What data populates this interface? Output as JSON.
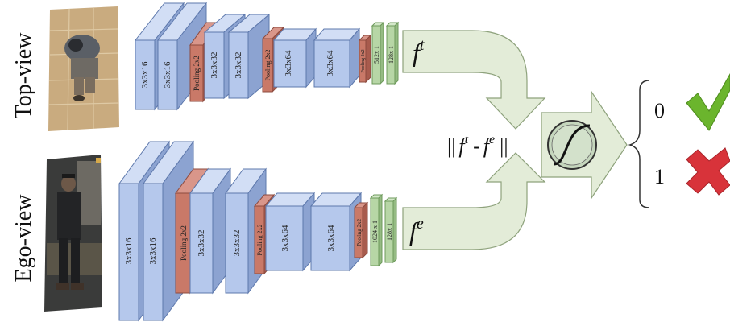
{
  "views": {
    "top": {
      "label": "Top-view"
    },
    "ego": {
      "label": "Ego-view"
    }
  },
  "top_branch": {
    "layers": [
      "3x3x16",
      "3x3x16",
      "Pooling 2x2",
      "3x3x32",
      "3x3x32",
      "Pooling 2x2",
      "3x3x64",
      "3x3x64",
      "Pooling 2x2",
      "512x 1",
      "128x 1"
    ],
    "feature_base": "f",
    "feature_sup": "t"
  },
  "ego_branch": {
    "layers": [
      "3x3x16",
      "3x3x16",
      "Pooling 2x2",
      "3x3x32",
      "3x3x32",
      "Pooling 2x2",
      "3x3x64",
      "3x3x64",
      "Pooling 2x2",
      "1024 x 1",
      "128x 1"
    ],
    "feature_base": "f",
    "feature_sup": "e"
  },
  "distance": {
    "open": "||",
    "f": "f",
    "t": "t",
    "minus": "-",
    "e": "e",
    "close": "||"
  },
  "outputs": [
    {
      "value": "0",
      "icon": "checkmark-icon"
    },
    {
      "value": "1",
      "icon": "cross-icon"
    }
  ],
  "colors": {
    "conv": "#b5c8ec",
    "conv_dark": "#8ca3d1",
    "conv_edge": "#5d78ac",
    "pool": "#c97968",
    "pool_edge": "#8d4a3e",
    "fc": "#b7d6a6",
    "fc_edge": "#6d9a5b",
    "arrow": "#e3ecd8",
    "arrow_edge": "#8ea27c",
    "check": "#6bb52d",
    "cross": "#d8333a"
  }
}
